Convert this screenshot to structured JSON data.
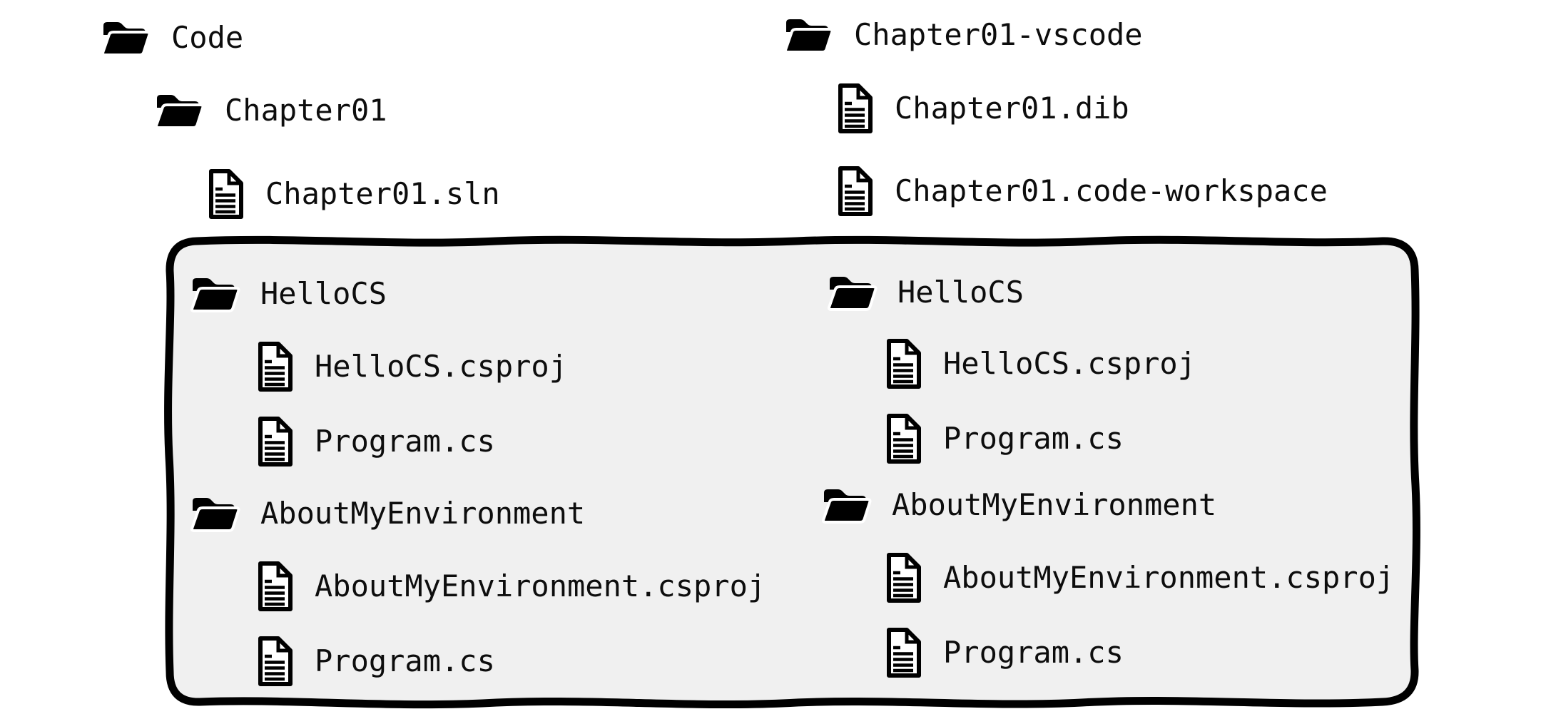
{
  "colors": {
    "background": "#ffffff",
    "box_fill": "#f0f0f0",
    "stroke": "#000000",
    "text": "#0d0d0d",
    "file_page_fill": "#ffffff"
  },
  "icons": {
    "folder": "open-folder-icon",
    "file": "document-icon"
  },
  "trees": {
    "visual_studio": {
      "items": [
        {
          "type": "folder",
          "indent": 0,
          "label": "Code"
        },
        {
          "type": "folder",
          "indent": 1,
          "label": "Chapter01"
        },
        {
          "type": "file",
          "indent": 2,
          "label": "Chapter01.sln"
        }
      ]
    },
    "vscode": {
      "items": [
        {
          "type": "folder",
          "indent": 0,
          "label": "Chapter01-vscode"
        },
        {
          "type": "file",
          "indent": 1,
          "label": "Chapter01.dib"
        },
        {
          "type": "file",
          "indent": 1,
          "label": "Chapter01.code-workspace"
        }
      ]
    }
  },
  "box": {
    "left_column": {
      "items": [
        {
          "type": "folder",
          "label": "HelloCS"
        },
        {
          "type": "file",
          "label": "HelloCS.csproj"
        },
        {
          "type": "file",
          "label": "Program.cs"
        },
        {
          "type": "folder",
          "label": "AboutMyEnvironment"
        },
        {
          "type": "file",
          "label": "AboutMyEnvironment.csproj"
        },
        {
          "type": "file",
          "label": "Program.cs"
        }
      ]
    },
    "right_column": {
      "items": [
        {
          "type": "folder",
          "label": "HelloCS"
        },
        {
          "type": "file",
          "label": "HelloCS.csproj"
        },
        {
          "type": "file",
          "label": "Program.cs"
        },
        {
          "type": "folder",
          "label": "AboutMyEnvironment"
        },
        {
          "type": "file",
          "label": "AboutMyEnvironment.csproj"
        },
        {
          "type": "file",
          "label": "Program.cs"
        }
      ]
    }
  }
}
